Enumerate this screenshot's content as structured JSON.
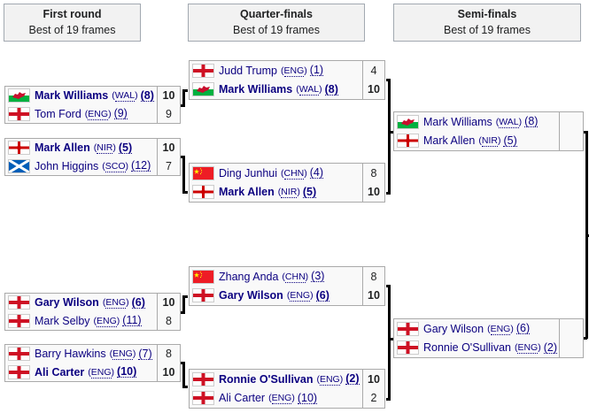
{
  "headers": [
    {
      "title": "First round",
      "subtitle": "Best of 19 frames"
    },
    {
      "title": "Quarter-finals",
      "subtitle": "Best of 19 frames"
    },
    {
      "title": "Semi-finals",
      "subtitle": "Best of 19 frames"
    }
  ],
  "flags": {
    "ENG": {
      "icon": "england-flag-icon",
      "bg": "#ffffff",
      "cross": "#ce1124"
    },
    "WAL": {
      "icon": "wales-flag-icon",
      "top": "#ffffff",
      "bottom": "#00b140",
      "dragon": "#c8102e"
    },
    "NIR": {
      "icon": "northern-ireland-flag-icon",
      "bg": "#ffffff",
      "cross": "#cc0000"
    },
    "SCO": {
      "icon": "scotland-flag-icon",
      "bg": "#005eb8",
      "saltire": "#ffffff"
    },
    "CHN": {
      "icon": "china-flag-icon",
      "bg": "#ee1c25",
      "star": "#ffff00"
    }
  },
  "rounds": {
    "first_round": [
      {
        "players": [
          {
            "name": "Mark Williams",
            "nation": "WAL",
            "seed": "(8)",
            "score": "10",
            "winner": true
          },
          {
            "name": "Tom Ford",
            "nation": "ENG",
            "seed": "(9)",
            "score": "9",
            "winner": false
          }
        ]
      },
      {
        "players": [
          {
            "name": "Mark Allen",
            "nation": "NIR",
            "seed": "(5)",
            "score": "10",
            "winner": true
          },
          {
            "name": "John Higgins",
            "nation": "SCO",
            "seed": "(12)",
            "score": "7",
            "winner": false
          }
        ]
      },
      {
        "players": [
          {
            "name": "Gary Wilson",
            "nation": "ENG",
            "seed": "(6)",
            "score": "10",
            "winner": true
          },
          {
            "name": "Mark Selby",
            "nation": "ENG",
            "seed": "(11)",
            "score": "8",
            "winner": false
          }
        ]
      },
      {
        "players": [
          {
            "name": "Barry Hawkins",
            "nation": "ENG",
            "seed": "(7)",
            "score": "8",
            "winner": false
          },
          {
            "name": "Ali Carter",
            "nation": "ENG",
            "seed": "(10)",
            "score": "10",
            "winner": true
          }
        ]
      }
    ],
    "quarter_finals": [
      {
        "players": [
          {
            "name": "Judd Trump",
            "nation": "ENG",
            "seed": "(1)",
            "score": "4",
            "winner": false
          },
          {
            "name": "Mark Williams",
            "nation": "WAL",
            "seed": "(8)",
            "score": "10",
            "winner": true
          }
        ]
      },
      {
        "players": [
          {
            "name": "Ding Junhui",
            "nation": "CHN",
            "seed": "(4)",
            "score": "8",
            "winner": false
          },
          {
            "name": "Mark Allen",
            "nation": "NIR",
            "seed": "(5)",
            "score": "10",
            "winner": true
          }
        ]
      },
      {
        "players": [
          {
            "name": "Zhang Anda",
            "nation": "CHN",
            "seed": "(3)",
            "score": "8",
            "winner": false
          },
          {
            "name": "Gary Wilson",
            "nation": "ENG",
            "seed": "(6)",
            "score": "10",
            "winner": true
          }
        ]
      },
      {
        "players": [
          {
            "name": "Ronnie O'Sullivan",
            "nation": "ENG",
            "seed": "(2)",
            "score": "10",
            "winner": true
          },
          {
            "name": "Ali Carter",
            "nation": "ENG",
            "seed": "(10)",
            "score": "2",
            "winner": false
          }
        ]
      }
    ],
    "semi_finals": [
      {
        "players": [
          {
            "name": "Mark Williams",
            "nation": "WAL",
            "seed": "(8)",
            "score": "",
            "winner": false
          },
          {
            "name": "Mark Allen",
            "nation": "NIR",
            "seed": "(5)",
            "score": "",
            "winner": false
          }
        ]
      },
      {
        "players": [
          {
            "name": "Gary Wilson",
            "nation": "ENG",
            "seed": "(6)",
            "score": "",
            "winner": false
          },
          {
            "name": "Ronnie O'Sullivan",
            "nation": "ENG",
            "seed": "(2)",
            "score": "",
            "winner": false
          }
        ]
      }
    ]
  }
}
